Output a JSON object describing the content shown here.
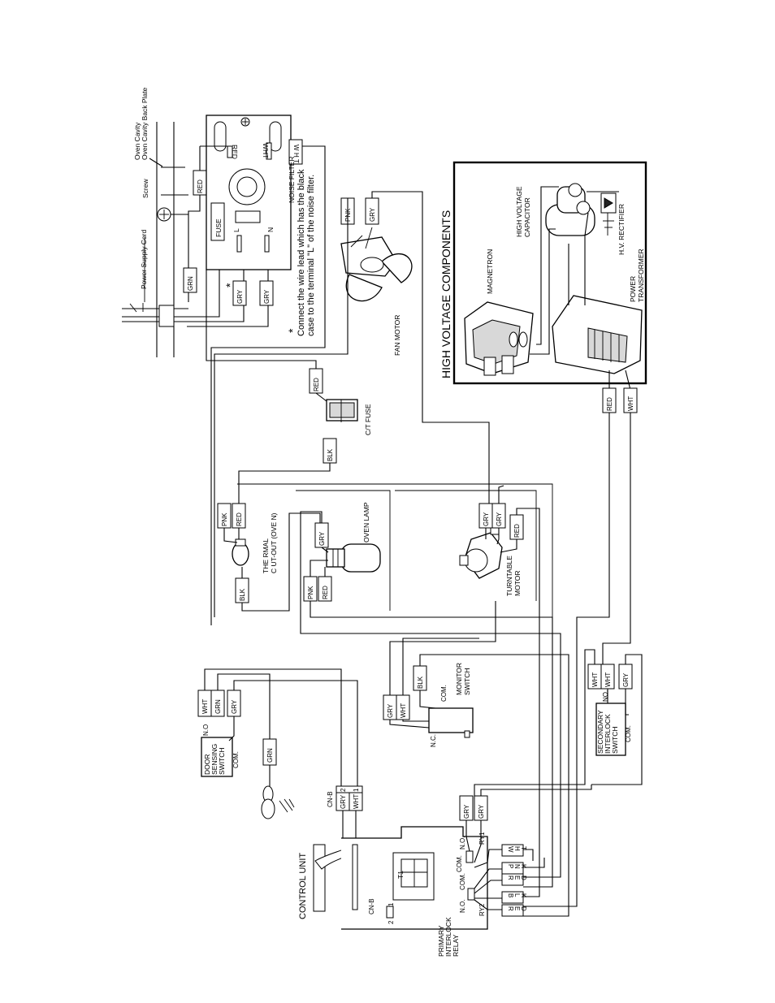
{
  "labels": {
    "oven_cavity_back_plate": "Oven Cavity Back Plate",
    "screw": "Screw",
    "power_supply_cord": "Power Supply Cord",
    "noise_filter": "NOISE FILTER",
    "fuse": "FUSE",
    "terminal_l": "L",
    "terminal_n": "N",
    "note_asterisk": "*",
    "note_line1": "Connect the wire lead which has the black",
    "note_line2": "case to the terminal \"L\" of the noise filter.",
    "fan_motor": "FAN MOTOR",
    "ct_fuse": "C/T FUSE",
    "thermal_cutout_1": "THE RMAL",
    "thermal_cutout_2": "C UT-OUT (OVE N)",
    "oven_lamp": "OVEN LAMP",
    "turntable_motor_1": "TURNTABLE",
    "turntable_motor_2": "MOTOR",
    "high_voltage_components": "HIGH VOLTAGE COMPONENTS",
    "magnetron": "MAGNETRON",
    "hv_capacitor_1": "HIGH VOLTAGE",
    "hv_capacitor_2": "CAPACITOR",
    "hv_rectifier": "H.V. RECTIFIER",
    "power_transformer_1": "POWER",
    "power_transformer_2": "TRANSFORMER",
    "monitor_switch_1": "MONITOR",
    "monitor_switch_2": "SWITCH",
    "com": "COM.",
    "nc": "N.C.",
    "no": "N.O.",
    "no_plain": "NO.",
    "no_dot": "N.O",
    "secondary_interlock_1": "SECONDARY",
    "secondary_interlock_2": "INTERLOCK",
    "secondary_interlock_3": "SWITCH",
    "door_sensing_1": "DOOR",
    "door_sensing_2": "SENSING",
    "door_sensing_3": "SWITCH",
    "control_unit": "CONTROL UNIT",
    "cn_b": "CN-B",
    "t1": "T1",
    "ry1": "RY1",
    "ry2": "RY2",
    "primary_interlock_1": "PRIMARY",
    "primary_interlock_2": "INTERLOCK",
    "primary_interlock_3": "RELAY",
    "pin_1": "1",
    "pin_2": "2"
  },
  "wires": {
    "red": "RED",
    "grn": "GRN",
    "gry": "GRY",
    "wht": "WHT",
    "pnk": "PNK",
    "blk": "BLK",
    "wht_v": [
      "W",
      "H",
      "T"
    ],
    "pnk_v": [
      "P",
      "N",
      "K"
    ],
    "red_v": [
      "R",
      "E",
      "D"
    ],
    "blk_v": [
      "B",
      "L",
      "K"
    ]
  }
}
